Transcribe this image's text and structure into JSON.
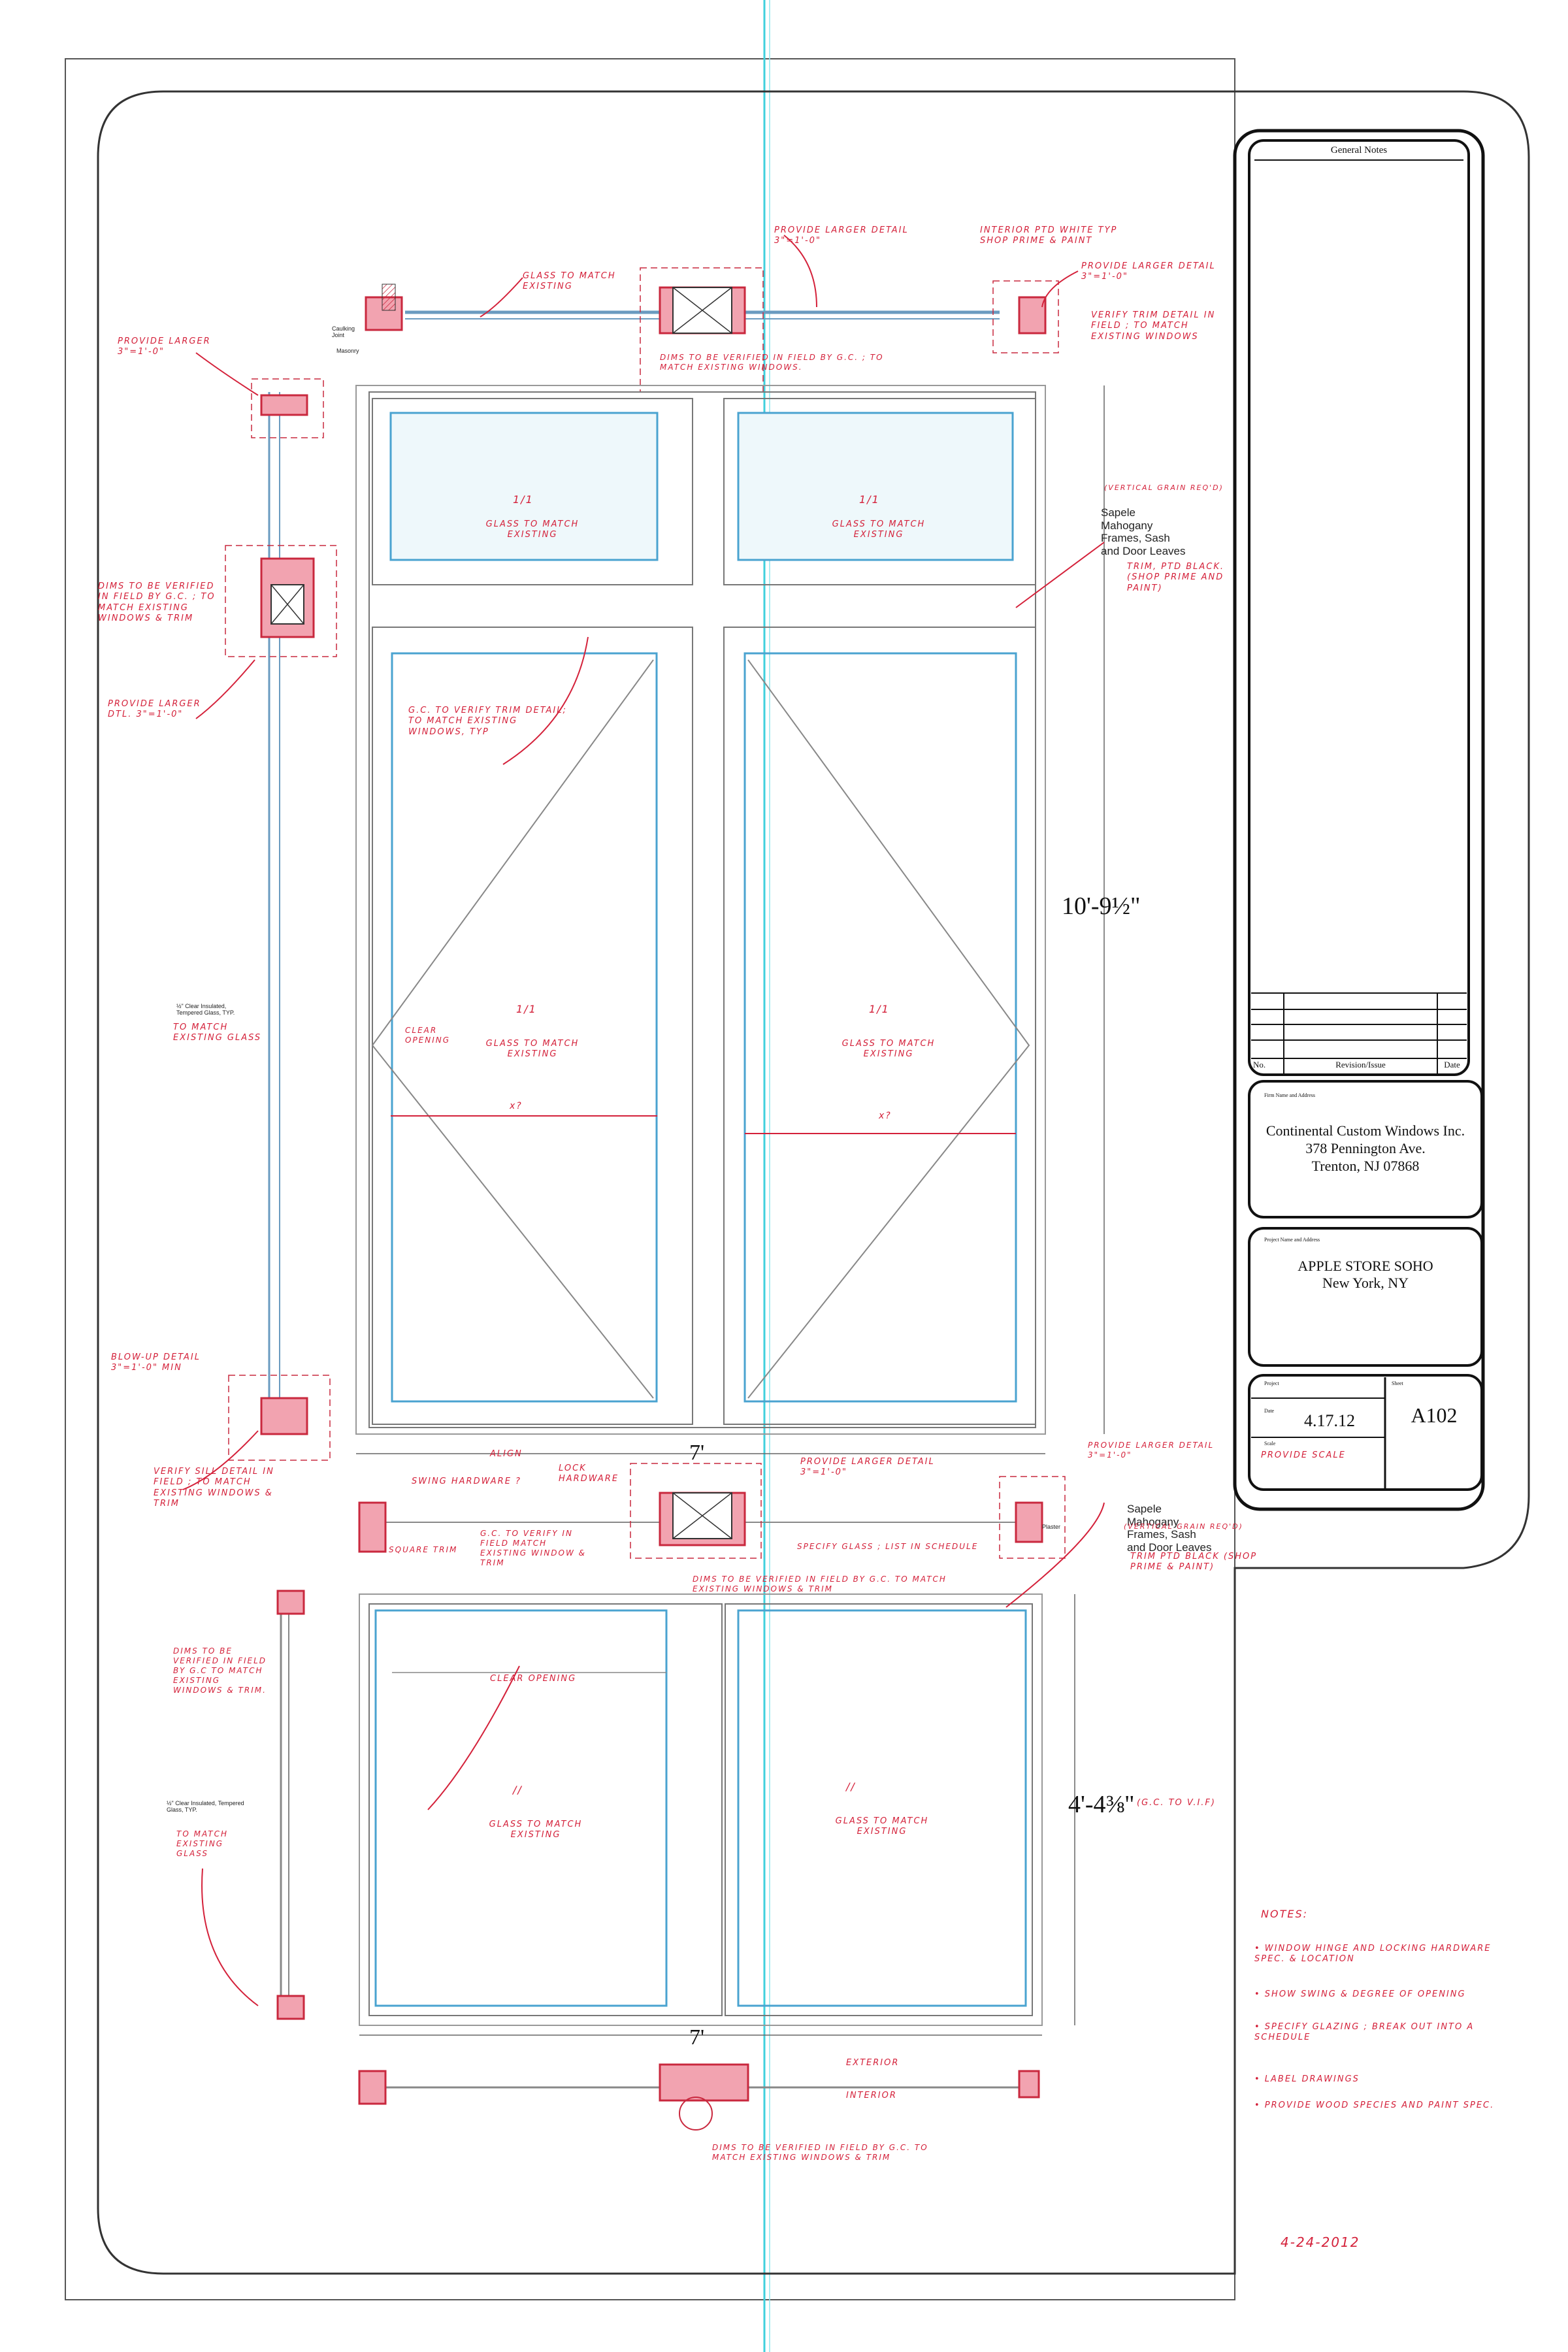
{
  "title_block": {
    "general_notes_label": "General Notes",
    "revision_no_label": "No.",
    "revision_issue_label": "Revision/Issue",
    "revision_date_label": "Date",
    "firm_label": "Firm Name and Address",
    "firm_name": "Continental Custom Windows Inc.",
    "firm_street": "378 Pennington Ave.",
    "firm_city": "Trenton, NJ 07868",
    "project_label": "Project Name and Address",
    "project_name": "APPLE STORE SOHO",
    "project_city": "New York, NY",
    "project_small_label": "Project",
    "sheet_label": "Sheet",
    "date_label": "Date",
    "date_value": "4.17.12",
    "sheet_value": "A102",
    "scale_label": "Scale",
    "scale_note": "PROVIDE SCALE"
  },
  "dimensions": {
    "upper_height": "10'-9½\"",
    "upper_width": "7'",
    "lower_height": "4'-4⅜\"",
    "lower_width": "7'",
    "gc_tvif": "(G.C. TO V.I.F)"
  },
  "printed_labels": {
    "sapele_1": [
      "Sapele",
      "Mahogany",
      "Frames, Sash",
      "and Door Leaves"
    ],
    "sapele_2": [
      "Sapele",
      "Mahogany",
      "Frames, Sash",
      "and Door Leaves"
    ],
    "glass_spec_1": "½\" Clear Insulated, Tempered Glass, TYP.",
    "glass_spec_2": "½\" Clear Insulated, Tempered Glass, TYP.",
    "caulking_joint": "Caulking Joint",
    "masonry": "Masonry",
    "plaster": "Plaster"
  },
  "handwritten": {
    "provide_larger_detail_top": "PROVIDE LARGER DETAIL 3\"=1'-0\"",
    "interior_ptd_white": "INTERIOR PTD WHITE TYP SHOP PRIME & PAINT",
    "provide_larger_detail_right": "PROVIDE LARGER DETAIL 3\"=1'-0\"",
    "verify_trim_detail": "VERIFY TRIM DETAIL IN FIELD ; TO MATCH EXISTING WINDOWS",
    "glass_to_match_existing_top": "GLASS TO MATCH EXISTING",
    "dims_verified_top": "DIMS TO BE VERIFIED IN FIELD BY G.C. ; TO MATCH EXISTING WINDOWS.",
    "provide_larger_left": "PROVIDE LARGER 3\"=1'-0\"",
    "dims_to_be_verified_left": "DIMS TO BE VERIFIED IN FIELD BY G.C. ; TO MATCH EXISTING WINDOWS & TRIM",
    "provide_larger_dtl": "PROVIDE LARGER DTL. 3\"=1'-0\"",
    "vertical_grain_top": "(VERTICAL GRAIN REQ'D)",
    "trim_ptd_black_top": "TRIM, PTD BLACK. (SHOP PRIME AND PAINT)",
    "transom_left": "GLASS TO MATCH EXISTING",
    "transom_right": "GLASS TO MATCH EXISTING",
    "gc_verify_trim": "G.C. TO VERIFY TRIM DETAIL; TO MATCH EXISTING WINDOWS, TYP",
    "to_match_existing_glass": "TO MATCH EXISTING GLASS",
    "clear_opening": "CLEAR OPENING",
    "door_left_glass": "GLASS TO MATCH EXISTING",
    "door_right_glass": "GLASS TO MATCH EXISTING",
    "blow_up_detail": "BLOW-UP DETAIL 3\"=1'-0\" MIN",
    "verify_sill_detail": "VERIFY SILL DETAIL IN FIELD ; TO MATCH EXISTING WINDOWS & TRIM",
    "align": "ALIGN",
    "swing_hardware": "SWING HARDWARE ?",
    "lock_hardware": "LOCK HARDWARE",
    "provide_larger_mid": "PROVIDE LARGER DETAIL 3\"=1'-0\"",
    "provide_larger_mid_right": "PROVIDE LARGER DETAIL 3\"=1'-0\"",
    "square_trim": "SQUARE TRIM",
    "gc_verify_field": "G.C. TO VERIFY IN FIELD MATCH EXISTING WINDOW & TRIM",
    "specify_glass": "SPECIFY GLASS ; LIST IN SCHEDULE",
    "dims_verified_mid": "DIMS TO BE VERIFIED IN FIELD BY G.C. TO MATCH EXISTING WINDOWS & TRIM",
    "vertical_grain_mid": "(VERTICAL GRAIN REQ'D)",
    "trim_ptd_black_mid": "TRIM PTD BLACK (SHOP PRIME & PAINT)",
    "dims_verified_lower_left": "DIMS TO BE VERIFIED IN FIELD BY G.C TO MATCH EXISTING WINDOWS & TRIM.",
    "to_match_existing_glass_2": "TO MATCH EXISTING GLASS",
    "clear_opening_2": "CLEAR OPENING",
    "lower_left_glass": "GLASS TO MATCH EXISTING",
    "lower_right_glass": "GLASS TO MATCH EXISTING",
    "exterior": "EXTERIOR",
    "interior": "INTERIOR",
    "dims_verified_bottom": "DIMS TO BE VERIFIED IN FIELD BY G.C. TO MATCH EXISTING WINDOWS & TRIM",
    "notes_title": "NOTES:",
    "notes": [
      "• WINDOW HINGE AND LOCKING HARDWARE SPEC. & LOCATION",
      "• SHOW SWING & DEGREE OF OPENING",
      "• SPECIFY GLAZING ; BREAK OUT INTO A SCHEDULE",
      "• LABEL DRAWINGS",
      "• PROVIDE WOOD SPECIES AND PAINT SPEC."
    ],
    "signature_date": "4-24-2012",
    "x_mark": "x?",
    "fraction": "1/1",
    "fraction_2": "//"
  }
}
